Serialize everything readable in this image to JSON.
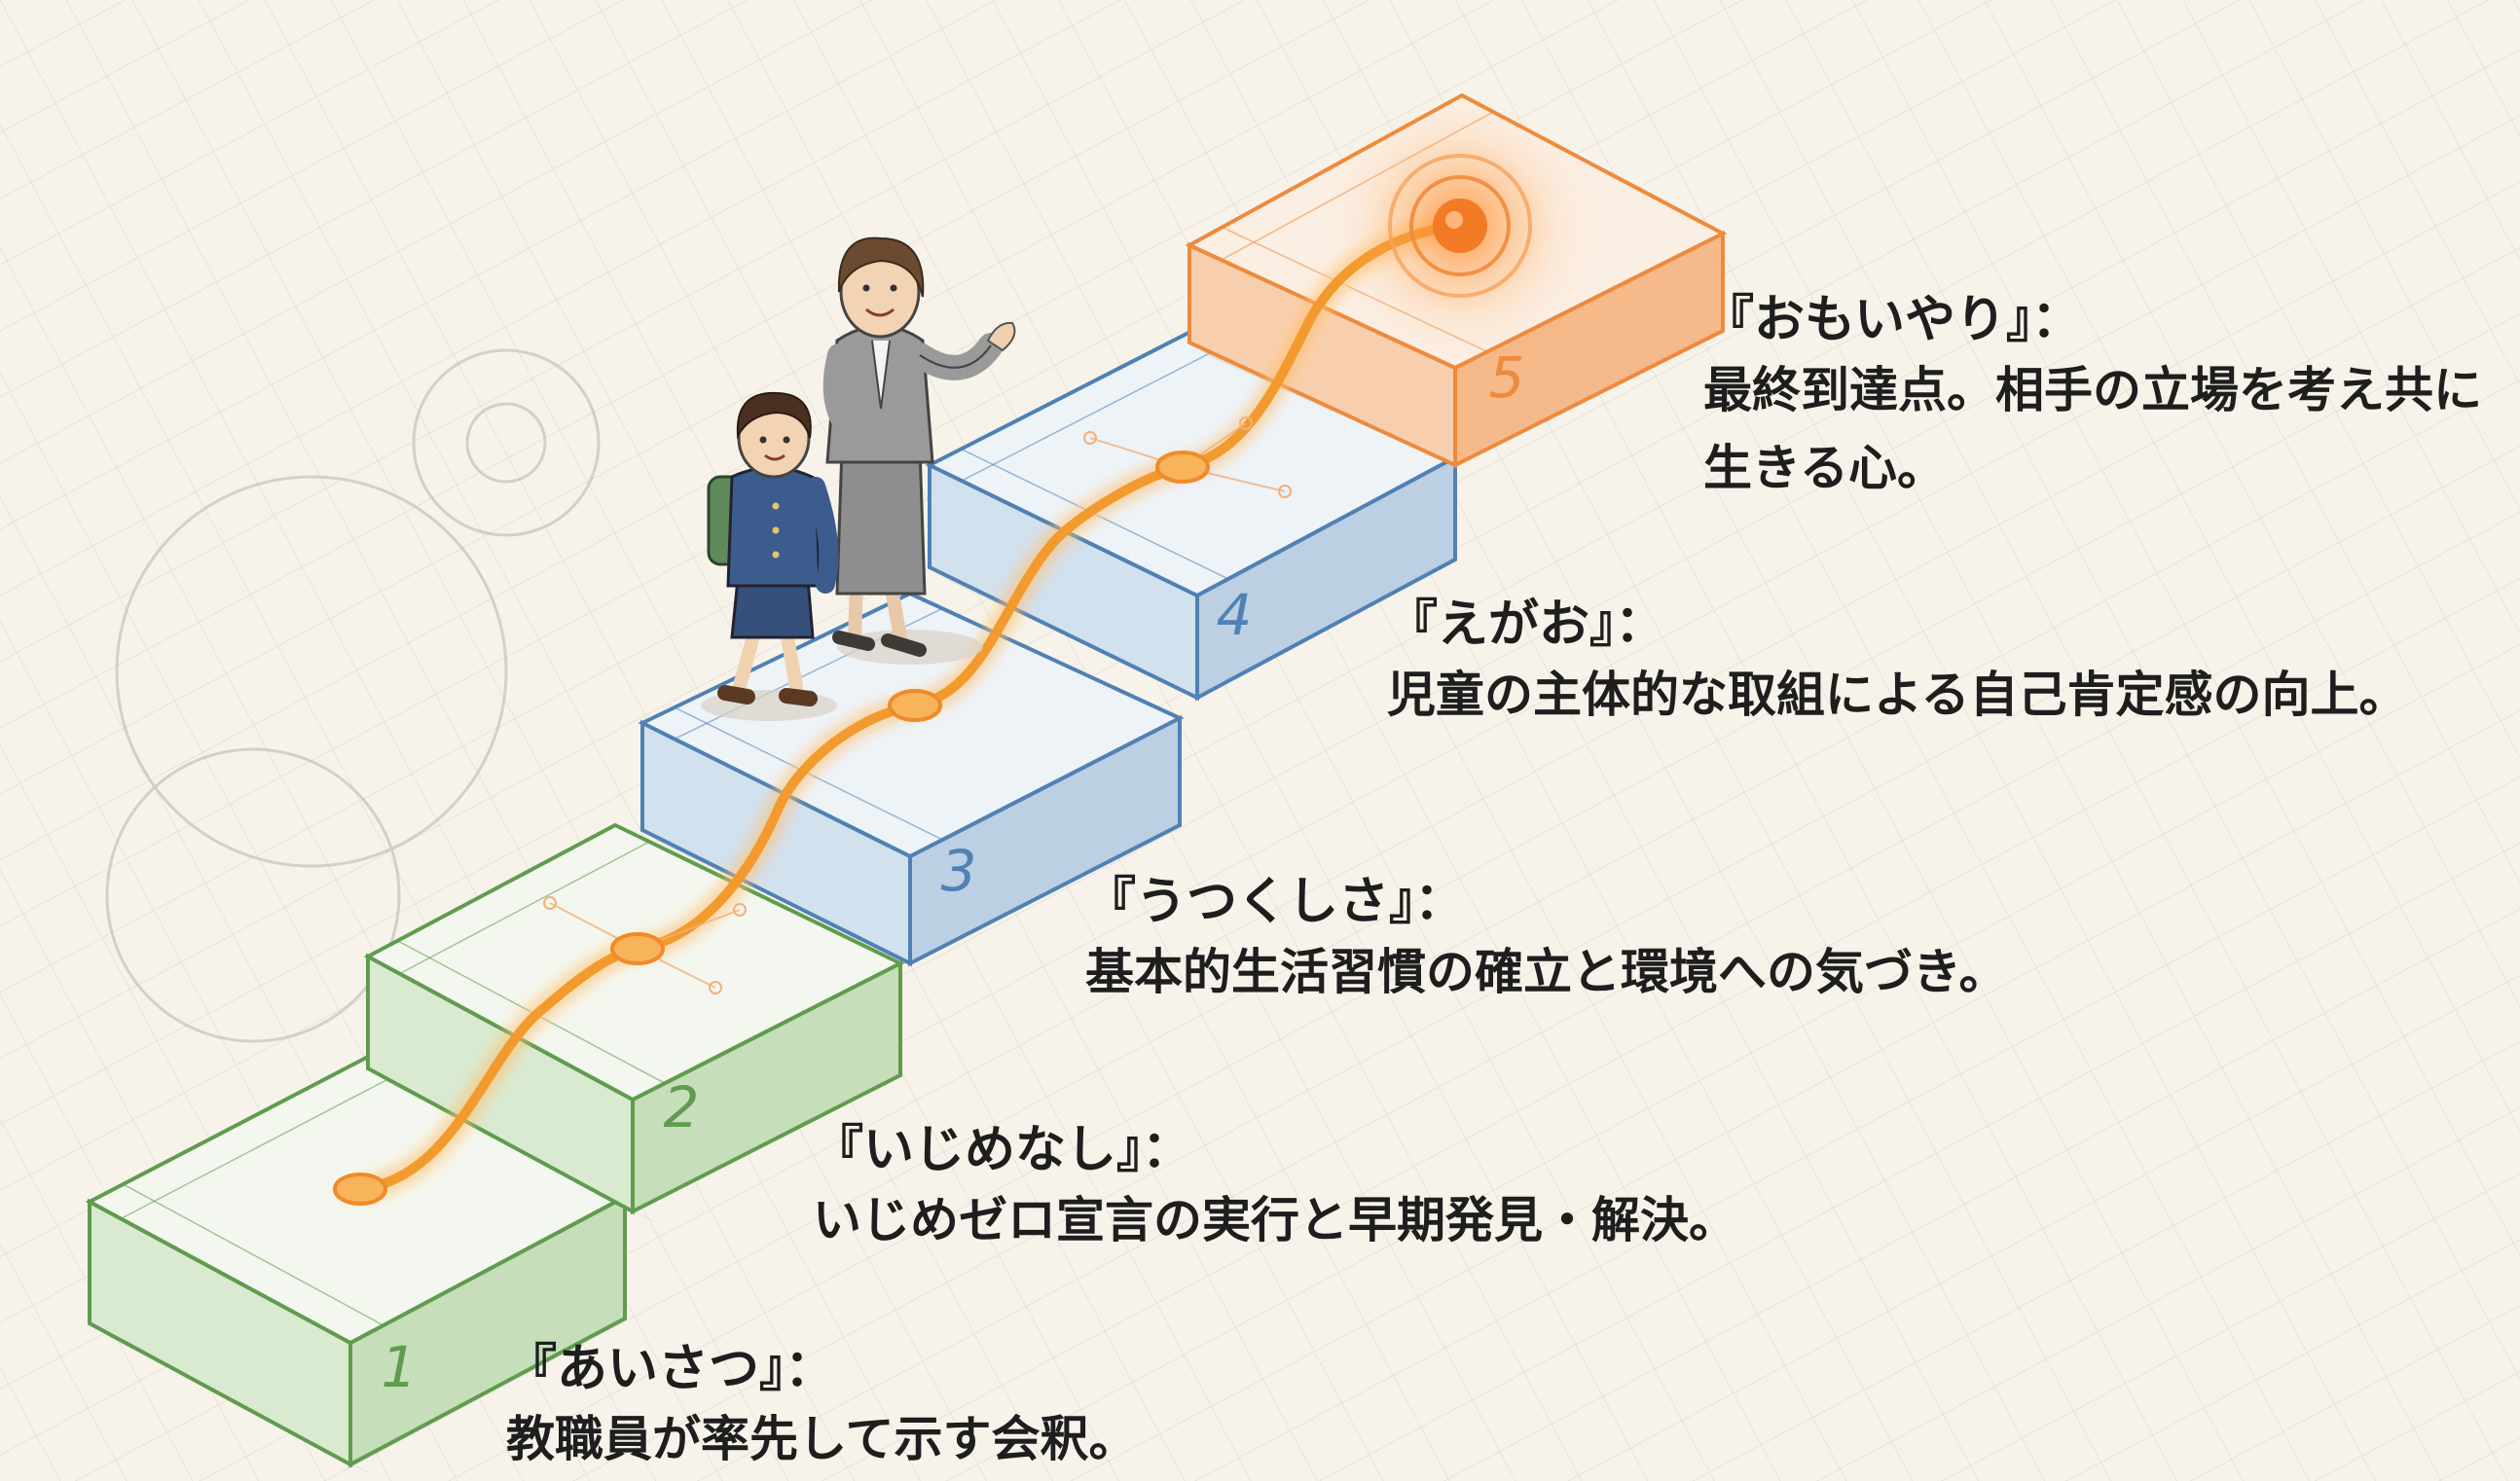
{
  "colors": {
    "background": "#f7f3ea",
    "grid": "#c9c6bd",
    "green": "#5f9c4e",
    "green_fill": "#d9ead1",
    "blue": "#4f81b4",
    "blue_fill": "#d2e1ee",
    "orange": "#ee8a3c",
    "orange_fill": "#f8cfae",
    "path": "#f2a33a",
    "text": "#1e1e1e"
  },
  "steps": [
    {
      "number": "1",
      "title": "『あいさつ』：",
      "description": "教職員が率先して示す会釈。",
      "color": "green"
    },
    {
      "number": "2",
      "title": "『いじめなし』：",
      "description": "いじめゼロ宣言の実行と早期発見・解決。",
      "color": "green"
    },
    {
      "number": "3",
      "title": "『うつくしさ』：",
      "description": "基本的生活習慣の確立と環境への気づき。",
      "color": "blue"
    },
    {
      "number": "4",
      "title": "『えがお』：",
      "description": "児童の主体的な取組による自己肯定感の向上。",
      "color": "blue"
    },
    {
      "number": "5",
      "title": "『おもいやり』：",
      "description": "最終到達点。相手の立場を考え共に生きる心。",
      "color": "orange"
    }
  ],
  "figures": [
    {
      "name": "teacher-figure",
      "icon": "teacher-illustration"
    },
    {
      "name": "student-figure",
      "icon": "student-with-backpack-illustration"
    }
  ]
}
